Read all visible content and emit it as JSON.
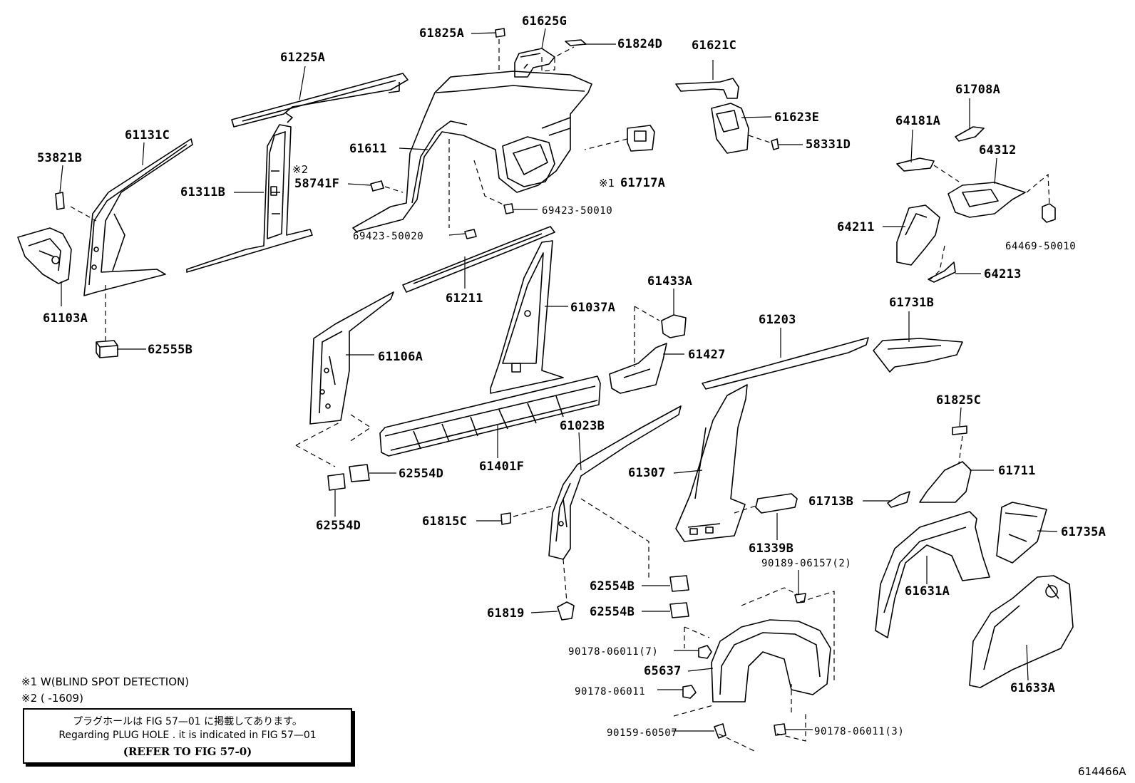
{
  "labels": {
    "p61825A": "61825A",
    "p61625G": "61625G",
    "p61824D": "61824D",
    "p61621C": "61621C",
    "p61225A": "61225A",
    "p61131C": "61131C",
    "p53821B": "53821B",
    "p61311B": "61311B",
    "p61611": "61611",
    "p58741F": "58741F",
    "p61623E": "61623E",
    "p58331D": "58331D",
    "p61708A": "61708A",
    "p64181A": "64181A",
    "p64312": "64312",
    "p61717A": "61717A",
    "p69423_50010": "69423-50010",
    "p69423_50020": "69423-50020",
    "p64211": "64211",
    "p64469_50010": "64469-50010",
    "p64213": "64213",
    "p61103A": "61103A",
    "p61211": "61211",
    "p61037A": "61037A",
    "p61433A": "61433A",
    "p61731B": "61731B",
    "p61203": "61203",
    "p62555B": "62555B",
    "p61106A": "61106A",
    "p61427": "61427",
    "p61825C": "61825C",
    "p61023B": "61023B",
    "p62554D_a": "62554D",
    "p61401F": "61401F",
    "p61711": "61711",
    "p61307": "61307",
    "p61713B": "61713B",
    "p62554D_b": "62554D",
    "p61815C": "61815C",
    "p61735A": "61735A",
    "p61339B": "61339B",
    "p90189_06157": "90189-06157(2)",
    "p61631A": "61631A",
    "p62554B_a": "62554B",
    "p62554B_b": "62554B",
    "p61819": "61819",
    "p90178_06011_7": "90178-06011(7)",
    "p65637": "65637",
    "p61633A": "61633A",
    "p90178_06011": "90178-06011",
    "p90159_60507": "90159-60507",
    "p90178_06011_3": "90178-06011(3)"
  },
  "marks": {
    "m2": "※2",
    "m1": "※1"
  },
  "notes": {
    "note1": "※1 W(BLIND SPOT DETECTION)",
    "note2": "※2 (       -1609)"
  },
  "notebox": {
    "line_jp": "プラグホールは FIG  57—01 に掲載してあります。",
    "line_en": "Regarding  PLUG  HOLE . it is indicated in FIG  57—01",
    "line_ref": "(REFER TO FIG 57-0)"
  },
  "figure_id": "614466A"
}
